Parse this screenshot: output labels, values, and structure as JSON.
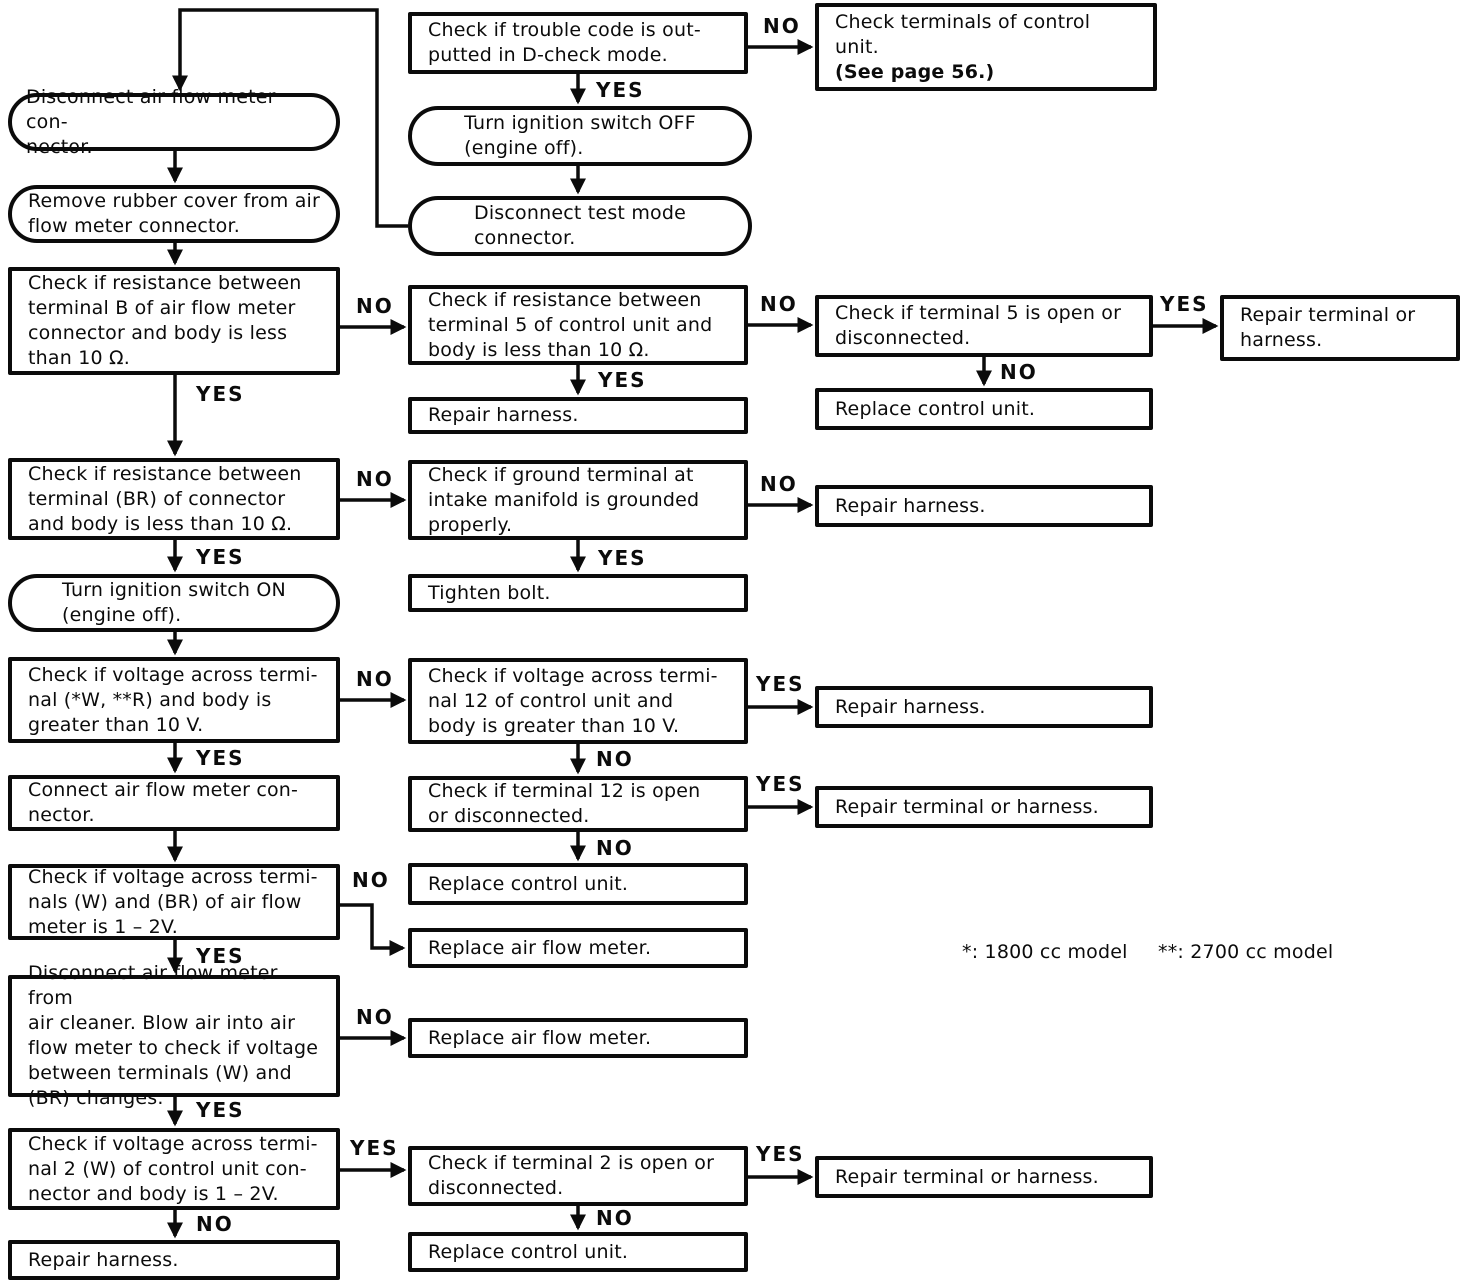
{
  "labels": {
    "yes": "YES",
    "no": "NO"
  },
  "nodes": {
    "m1_trouble_code": "Check if trouble code is out-\nputted in D-check mode.",
    "r1_check_terminals": "Check terminals of control\nunit.",
    "r1_see_page": "(See page 56.)",
    "m2_ignition_off": "Turn ignition switch OFF\n(engine off).",
    "m3_disconnect_test": "Disconnect test mode\nconnector.",
    "l1_disconnect_afm": "Disconnect air flow meter con-\nnector.",
    "l2_remove_rubber": "Remove rubber cover from air\nflow meter connector.",
    "l3_resistance_b": "Check if resistance between\nterminal B of air flow meter\nconnector and body is less\nthan 10 Ω.",
    "m4_resistance_5": "Check if resistance between\nterminal 5 of control unit and\nbody is less than 10 Ω.",
    "m5_repair_harness": "Repair harness.",
    "r2_terminal5_open": "Check if terminal 5 is open or\ndisconnected.",
    "r3_replace_control_unit": "Replace control unit.",
    "f1_repair_terminal_harness": "Repair terminal or\nharness.",
    "l4_resistance_br": "Check if resistance between\nterminal (BR) of connector\nand body is less than 10 Ω.",
    "m6_ground_terminal": "Check if ground terminal at\nintake manifold is grounded\nproperly.",
    "m7_tighten_bolt": "Tighten bolt.",
    "r4_repair_harness": "Repair harness.",
    "l5_ignition_on": "Turn ignition switch ON\n(engine off).",
    "l6_voltage_w_r": "Check if voltage across termi-\nnal (*W, **R) and body is\ngreater than 10 V.",
    "m8_voltage_12": "Check if voltage across termi-\nnal 12 of control unit and\nbody is greater than 10 V.",
    "r5_repair_harness": "Repair harness.",
    "l7_connect_afm": "Connect air flow meter con-\nnector.",
    "m9_terminal12_open": "Check if terminal 12 is open\nor disconnected.",
    "r6_repair_terminal_harness": "Repair terminal or harness.",
    "l8_voltage_w_br": "Check if voltage across termi-\nnals (W) and (BR) of air flow\nmeter is 1 – 2V.",
    "m10_replace_control_unit": "Replace control unit.",
    "m11_replace_afm": "Replace air flow meter.",
    "l9_blow_air": "Disconnect air flow meter from\nair cleaner.  Blow air into air\nflow meter to check if voltage\nbetween terminals (W) and\n(BR) changes.",
    "m12_replace_afm": "Replace air flow meter.",
    "l10_voltage_2w": "Check if voltage across termi-\nnal 2 (W) of control unit con-\nnector and body is 1 – 2V.",
    "m13_terminal2_open": "Check if terminal 2 is open or\ndisconnected.",
    "r7_repair_terminal_harness": "Repair terminal or harness.",
    "l11_repair_harness": "Repair harness.",
    "m14_replace_control_unit": "Replace control unit."
  },
  "footnote": {
    "note1": "*:  1800 cc model",
    "note2": "**:  2700 cc model"
  }
}
